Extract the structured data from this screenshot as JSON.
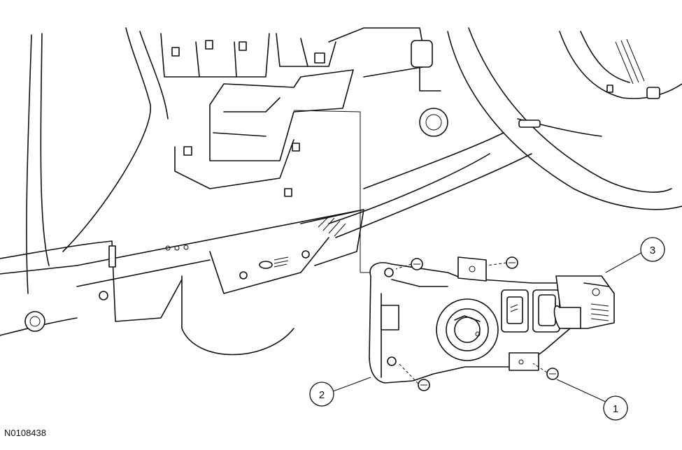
{
  "figure": {
    "id": "N0108438"
  },
  "callouts": [
    {
      "number": "1"
    },
    {
      "number": "2"
    },
    {
      "number": "3"
    }
  ]
}
